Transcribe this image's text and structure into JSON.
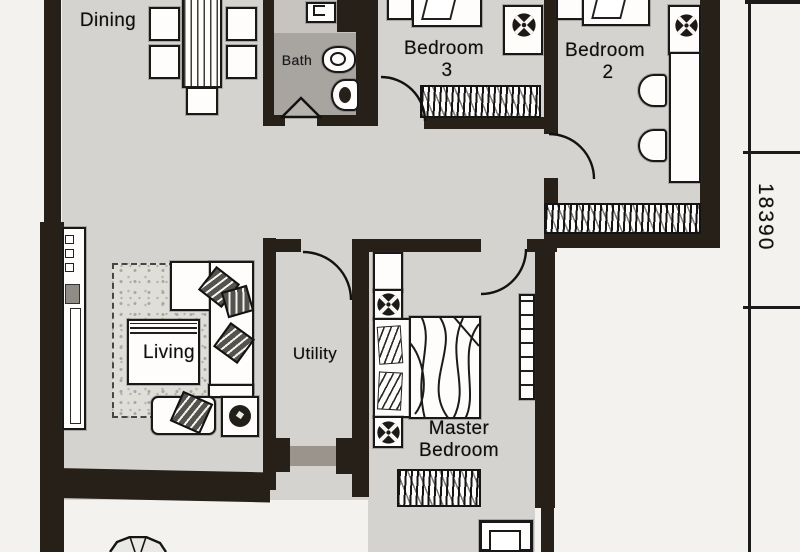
{
  "plan_type": "apartment-floor-plan",
  "rooms": {
    "dining": {
      "label": "Dining"
    },
    "bath": {
      "label": "Bath"
    },
    "bedroom3": {
      "name": "Bedroom",
      "number": "3"
    },
    "bedroom2": {
      "name": "Bedroom",
      "number": "2"
    },
    "living": {
      "label": "Living"
    },
    "utility": {
      "label": "Utility"
    },
    "master_bedroom": {
      "line1": "Master",
      "line2": "Bedroom"
    }
  },
  "dimensions": {
    "vertical_right": "18390"
  },
  "colors": {
    "wall": "#29221b",
    "room_floor": "#d3d1cd",
    "bath_floor": "#a7a4a0",
    "paper": "#f1f0ed",
    "furniture_outline": "#1a1a1a",
    "cushion_fill": "#56544f"
  },
  "icons": [
    "fan-icon",
    "shower-icon",
    "toilet-icon",
    "basin-icon",
    "sink-icon",
    "lamp-icon",
    "plant-icon"
  ]
}
